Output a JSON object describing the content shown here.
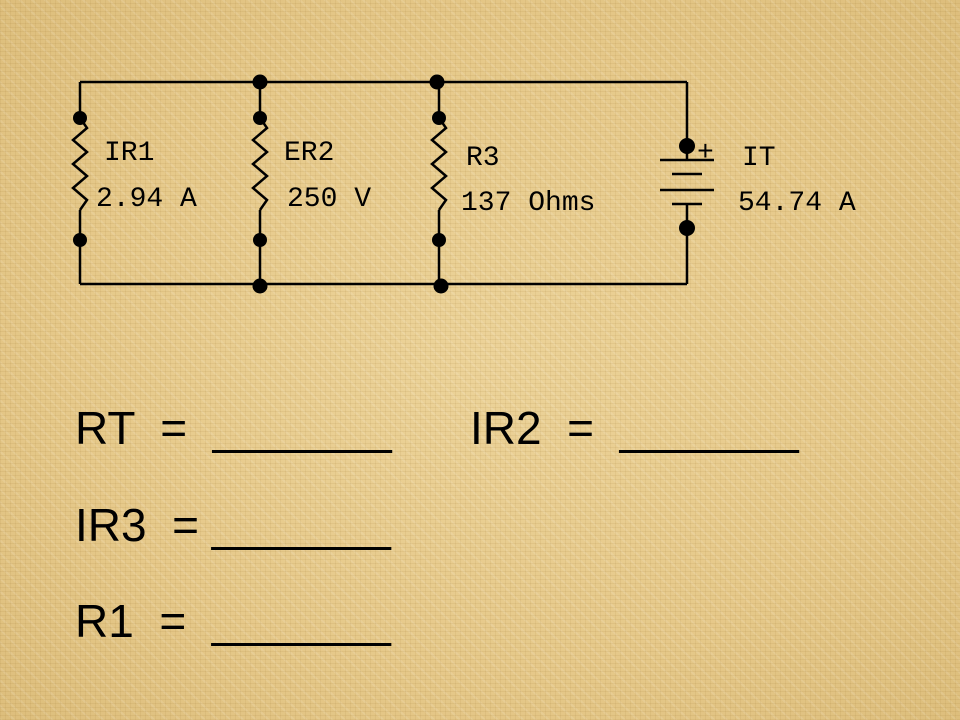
{
  "circuit": {
    "r1": {
      "label": "IR1",
      "value": "2.94 A"
    },
    "r2": {
      "label": "ER2",
      "value": "250 V"
    },
    "r3": {
      "label": "R3",
      "value": "137 Ohms"
    },
    "battery": {
      "polarity": "+",
      "label": "IT",
      "value": "54.74 A"
    }
  },
  "questions": {
    "rt": "RT  =  _______",
    "ir2": "IR2  =  _______",
    "ir3": "IR3  = _______",
    "r1": "R1  =  _______"
  }
}
